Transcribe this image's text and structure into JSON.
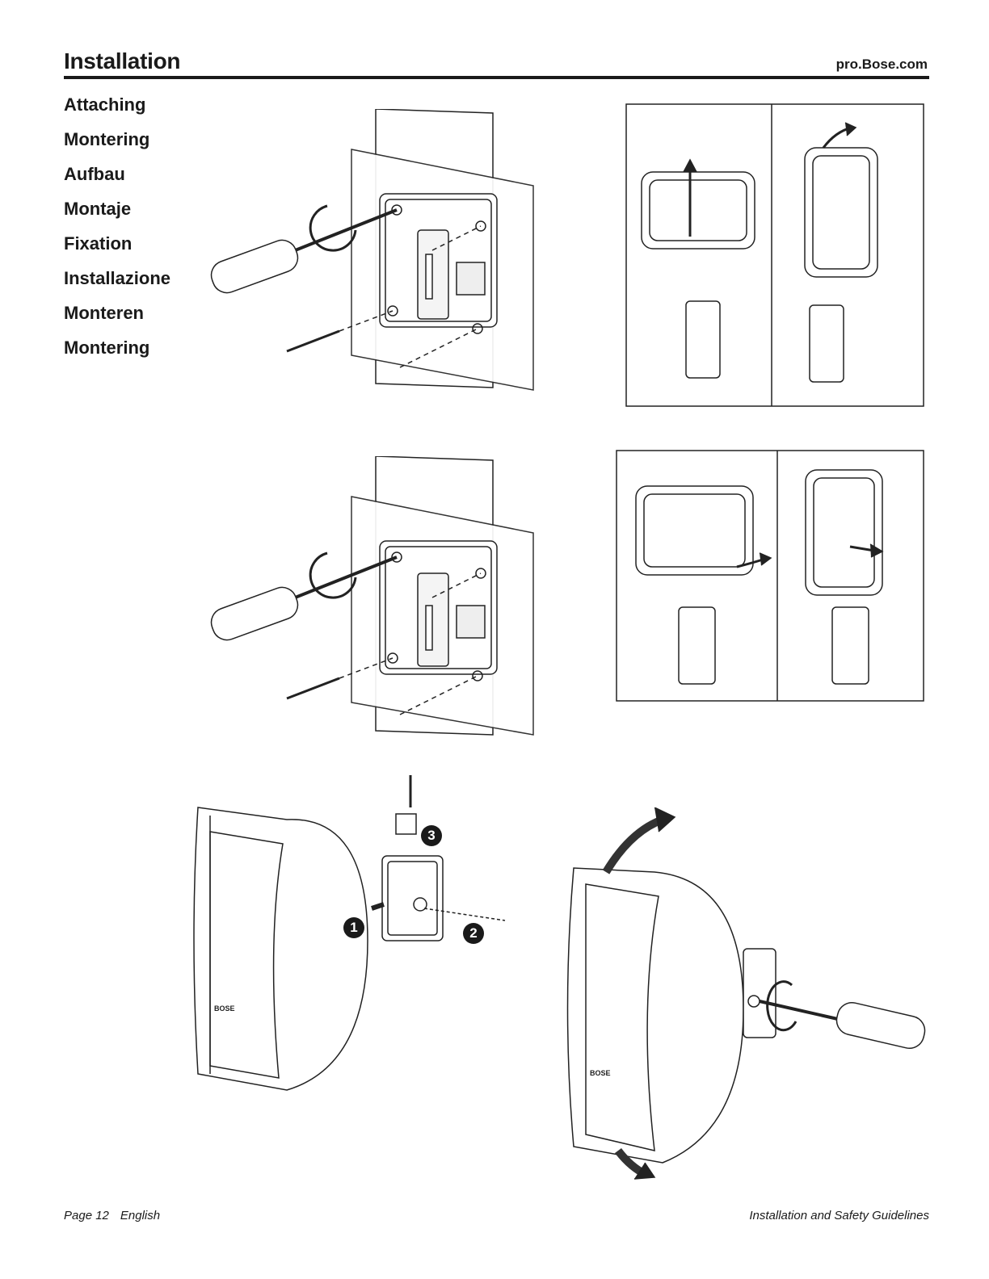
{
  "header": {
    "title": "Installation",
    "site": "pro.Bose.com"
  },
  "section_titles": [
    "Attaching",
    "Montering",
    "Aufbau",
    "Montaje",
    "Fixation",
    "Installazione",
    "Monteren",
    "Montering"
  ],
  "callouts": [
    "1",
    "2",
    "3"
  ],
  "footer": {
    "page": "Page 12",
    "language": "English",
    "doc_title": "Installation and Safety Guidelines"
  }
}
